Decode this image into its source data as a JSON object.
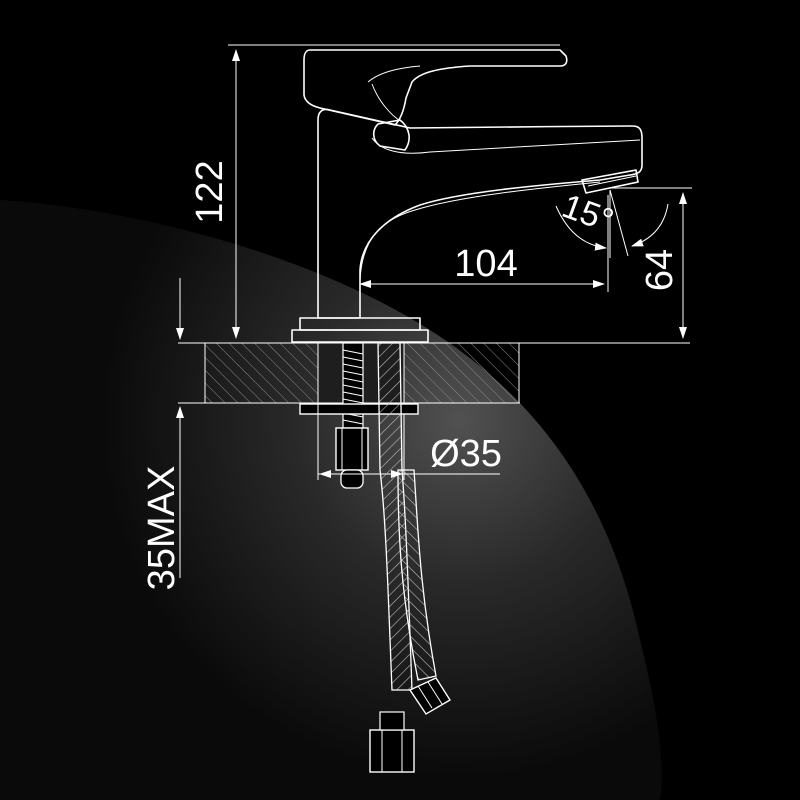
{
  "diagram": {
    "dimensions": {
      "height": "122",
      "reach": "104",
      "spout_height": "64",
      "angle": "15°",
      "diameter": "Ø35",
      "thickness": "35MAX"
    },
    "colors": {
      "background": "#000000",
      "glow": "#5a5a5a",
      "line": "#ffffff",
      "hatch": "#8a8a8a"
    }
  }
}
